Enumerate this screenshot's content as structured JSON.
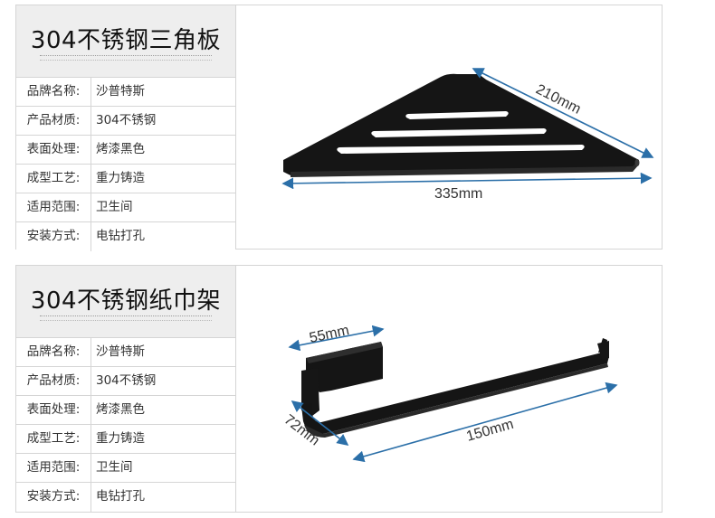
{
  "panels": [
    {
      "title": "304不锈钢三角板",
      "specs": [
        {
          "label": "品牌名称:",
          "value": "沙普特斯"
        },
        {
          "label": "产品材质:",
          "value": "304不锈钢"
        },
        {
          "label": "表面处理:",
          "value": "烤漆黑色"
        },
        {
          "label": "成型工艺:",
          "value": "重力铸造"
        },
        {
          "label": "适用范围:",
          "value": "卫生间"
        },
        {
          "label": "安装方式:",
          "value": "电钻打孔"
        }
      ],
      "dimensions": {
        "side": "210mm",
        "width": "335mm"
      }
    },
    {
      "title": "304不锈钢纸巾架",
      "specs": [
        {
          "label": "品牌名称:",
          "value": "沙普特斯"
        },
        {
          "label": "产品材质:",
          "value": "304不锈钢"
        },
        {
          "label": "表面处理:",
          "value": "烤漆黑色"
        },
        {
          "label": "成型工艺:",
          "value": "重力铸造"
        },
        {
          "label": "适用范围:",
          "value": "卫生间"
        },
        {
          "label": "安装方式:",
          "value": "电钻打孔"
        }
      ],
      "dimensions": {
        "base": "55mm",
        "depth": "72mm",
        "length": "150mm"
      }
    }
  ],
  "colors": {
    "border": "#d5d5d5",
    "title_bg": "#eeeeee",
    "product": "#141414",
    "dimension_line": "#2b6fa8"
  }
}
